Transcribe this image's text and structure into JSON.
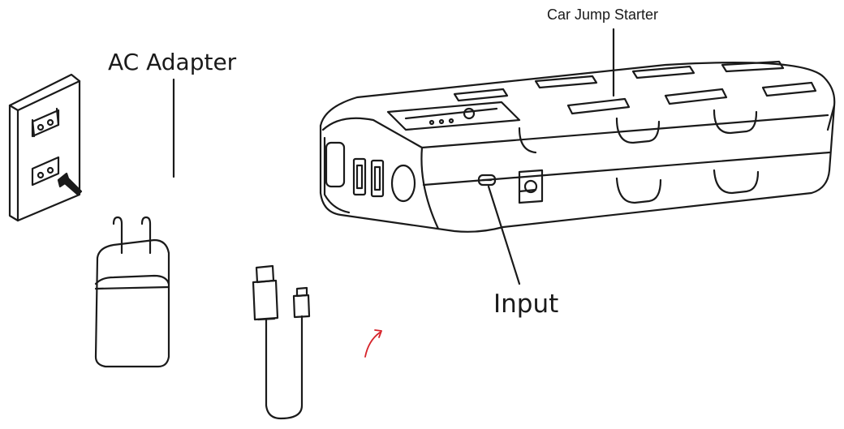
{
  "labels": {
    "car_jump_starter": "Car Jump Starter",
    "ac_adapter": "AC Adapter",
    "input": "Input"
  },
  "colors": {
    "line": "#1a1a1a",
    "accent_arrow": "#d6232a"
  },
  "icons": [
    "wall-socket-icon",
    "ac-adapter-plug-icon",
    "usb-cable-icon",
    "jump-starter-device-icon",
    "pointer-arrow-icon"
  ]
}
